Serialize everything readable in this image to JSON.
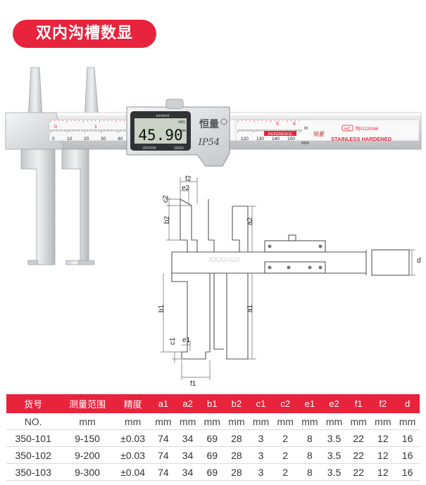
{
  "title": "双内沟槽数显",
  "caliper": {
    "display_value": "45.90",
    "display_unit": "mm",
    "display_top_label": "mm/inch",
    "display_abs": "ABS",
    "button_left": "OFF/ON",
    "button_right": "ZERO",
    "brand": "恒量",
    "ip_rating": "IP54",
    "reference_label": "REFERENCE",
    "stainless_label": "STAINLESS HARDENED",
    "cert_label": "HC",
    "serial": "制01120046",
    "scale_top": [
      "0",
      "1",
      "5",
      "6"
    ],
    "scale_bottom": [
      "0",
      "10",
      "20",
      "30",
      "40",
      "120",
      "130",
      "140",
      "150"
    ],
    "scale_unit_in": "in",
    "scale_unit_mm": "mm"
  },
  "diagram_labels": {
    "f2": "f2",
    "e2": "e2",
    "c2": "c2",
    "b2": "b2",
    "a2": "a2",
    "b1": "b1",
    "a1": "a1",
    "c1": "c1",
    "e1": "e1",
    "f1": "f1",
    "d": "d"
  },
  "watermark": "JOUGUGU",
  "table": {
    "headers": [
      "货号",
      "测量范围",
      "精度",
      "a1",
      "a2",
      "b1",
      "b2",
      "c1",
      "c2",
      "e1",
      "e2",
      "f1",
      "f2",
      "d"
    ],
    "units": [
      "NO.",
      "mm",
      "mm",
      "mm",
      "mm",
      "mm",
      "mm",
      "mm",
      "mm",
      "mm",
      "mm",
      "mm",
      "mm",
      "mm"
    ],
    "rows": [
      [
        "350-101",
        "9-150",
        "±0.03",
        "74",
        "34",
        "69",
        "28",
        "3",
        "2",
        "8",
        "3.5",
        "22",
        "12",
        "16"
      ],
      [
        "350-102",
        "9-200",
        "±0.03",
        "74",
        "34",
        "69",
        "28",
        "3",
        "2",
        "8",
        "3.5",
        "22",
        "12",
        "16"
      ],
      [
        "350-103",
        "9-300",
        "±0.04",
        "74",
        "34",
        "69",
        "28",
        "3",
        "2",
        "8",
        "3.5",
        "22",
        "12",
        "16"
      ]
    ]
  },
  "colors": {
    "accent": "#e8233c",
    "lcd": "#c9d2c4",
    "steel": "#d9dadb"
  }
}
